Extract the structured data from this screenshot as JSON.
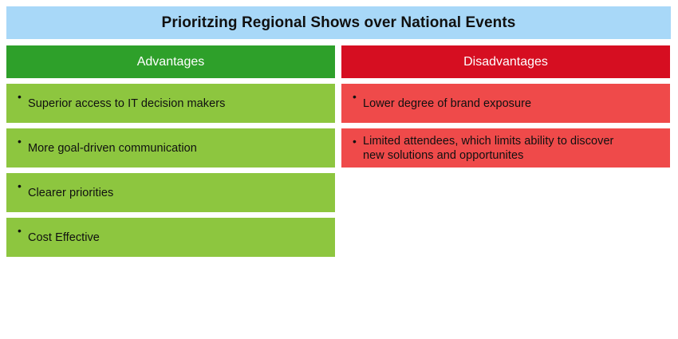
{
  "slide": {
    "title": "Prioritzing Regional Shows over National Events",
    "colors": {
      "title_banner": "#a8d8f8",
      "advantages_header": "#2ea02a",
      "disadvantages_header": "#d60e21",
      "advantages_item": "#8dc63f",
      "disadvantages_item": "#ef4a4a",
      "text": "#101010",
      "header_text": "#ffffff",
      "background": "#ffffff"
    },
    "bullet_glyph": "•",
    "columns": [
      {
        "key": "advantages",
        "header": "Advantages",
        "items": [
          "Superior access to IT decision makers",
          "More goal-driven communication",
          "Clearer priorities",
          "Cost Effective"
        ]
      },
      {
        "key": "disadvantages",
        "header": "Disadvantages",
        "items": [
          "Lower degree of brand exposure",
          "Limited attendees, which limits ability to discover new solutions and opportunites"
        ]
      }
    ]
  }
}
